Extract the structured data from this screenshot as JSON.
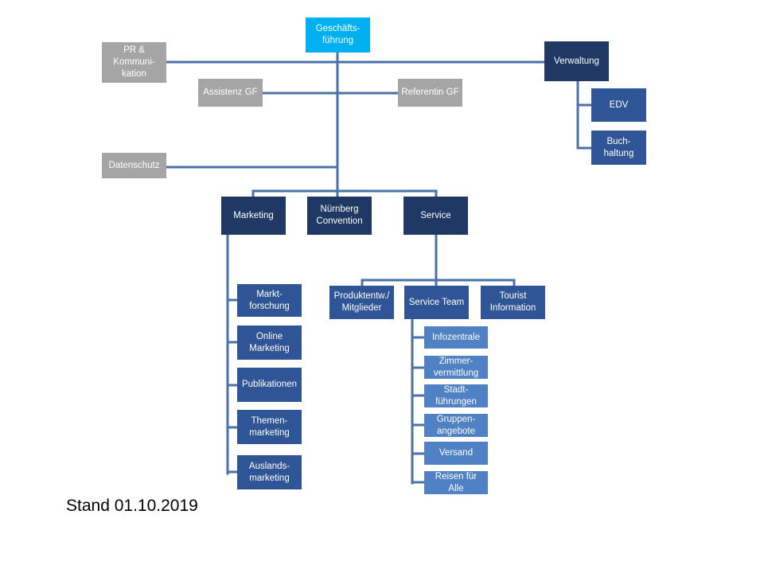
{
  "nodes": {
    "geschaeftsfuehrung": "Geschäfts-\nführung",
    "pr": "PR  &\nKommuni-\nkation",
    "verwaltung": "Verwaltung",
    "assistenz": "Assistenz GF",
    "referentin": "Referentin GF",
    "edv": "EDV",
    "buchhaltung": "Buch-\nhaltung",
    "datenschutz": "Datenschutz",
    "marketing": "Marketing",
    "nuernberg": "Nürnberg\nConvention",
    "service": "Service",
    "marktforschung": "Markt-\nforschung",
    "online": "Online\nMarketing",
    "publikationen": "Publikationen",
    "themen": "Themen-\nmarketing",
    "auslands": "Auslands-\nmarketing",
    "produktentw": "Produktentw./\nMitglieder",
    "serviceteam": "Service Team",
    "tourist": "Tourist\nInformation",
    "infozentrale": "Infozentrale",
    "zimmer": "Zimmer-\nvermittlung",
    "stadt": "Stadt-\nführungen",
    "gruppen": "Gruppen-\nangebote",
    "versand": "Versand",
    "reisen": "Reisen für Alle"
  },
  "footer": {
    "stand": "Stand 01.10.2019"
  },
  "colors": {
    "lines": "#4a72a8",
    "cyan": "#00b0f0",
    "gray": "#a5a5a5",
    "navy": "#1f3864",
    "mid": "#2f5597",
    "light": "#4f81c4"
  }
}
